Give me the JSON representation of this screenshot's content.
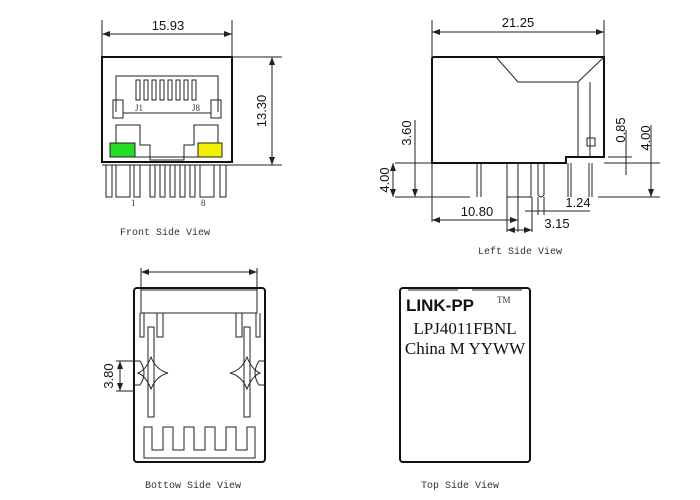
{
  "front_view": {
    "caption": "Front Side View",
    "width_dim": "15.93",
    "height_dim": "13.30",
    "label_j1": "J1",
    "label_j8": "J8",
    "pin1": "1",
    "pin8": "8",
    "led_left_color": "#22dd22",
    "led_right_color": "#f2f200"
  },
  "left_view": {
    "caption": "Left Side View",
    "width_dim": "21.25",
    "dim_360": "3.60",
    "dim_400_left": "4.00",
    "dim_1080": "10.80",
    "dim_315": "3.15",
    "dim_124": "1.24",
    "dim_085": "0.85",
    "dim_400_right": "4.00"
  },
  "bottom_view": {
    "caption": "Bottow Side View",
    "dim_380": "3.80"
  },
  "top_view": {
    "caption": "Top Side View",
    "brand": "LINK-PP",
    "tm": "TM",
    "part_number": "LPJ4011FBNL",
    "origin_line": "China M YYWW"
  }
}
